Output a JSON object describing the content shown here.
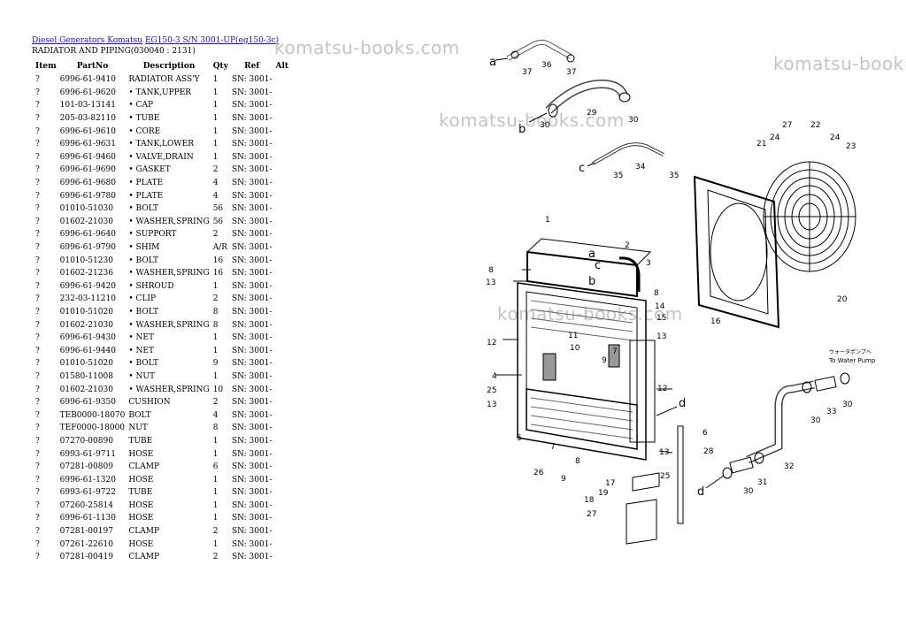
{
  "breadcrumb": {
    "link1": "Diesel Generators Komatsu",
    "link2": "EG150-3 S/N 3001-UP(eg150-3c)"
  },
  "section_title": "RADIATOR AND PIPING(030040 : 2131)",
  "table": {
    "headers": [
      "Item",
      "PartNo",
      "Description",
      "Qty",
      "Ref",
      "Alt"
    ],
    "rows": [
      [
        "?",
        "6996-61-9410",
        "RADIATOR ASS'Y",
        "1",
        "SN: 3001-"
      ],
      [
        "?",
        "6996-61-9620",
        "• TANK,UPPER",
        "1",
        "SN: 3001-"
      ],
      [
        "?",
        "101-03-13141",
        "• CAP",
        "1",
        "SN: 3001-"
      ],
      [
        "?",
        "205-03-82110",
        "• TUBE",
        "1",
        "SN: 3001-"
      ],
      [
        "?",
        "6996-61-9610",
        "• CORE",
        "1",
        "SN: 3001-"
      ],
      [
        "?",
        "6996-61-9631",
        "• TANK,LOWER",
        "1",
        "SN: 3001-"
      ],
      [
        "?",
        "6996-61-9460",
        "• VALVE,DRAIN",
        "1",
        "SN: 3001-"
      ],
      [
        "?",
        "6996-61-9690",
        "• GASKET",
        "2",
        "SN: 3001-"
      ],
      [
        "?",
        "6996-61-9680",
        "• PLATE",
        "4",
        "SN: 3001-"
      ],
      [
        "?",
        "6996-61-9780",
        "• PLATE",
        "4",
        "SN: 3001-"
      ],
      [
        "?",
        "01010-51030",
        "• BOLT",
        "56",
        "SN: 3001-"
      ],
      [
        "?",
        "01602-21030",
        "• WASHER,SPRING",
        "56",
        "SN: 3001-"
      ],
      [
        "?",
        "6996-61-9640",
        "• SUPPORT",
        "2",
        "SN: 3001-"
      ],
      [
        "?",
        "6996-61-9790",
        "• SHIM",
        "A/R",
        "SN: 3001-"
      ],
      [
        "?",
        "01010-51230",
        "• BOLT",
        "16",
        "SN: 3001-"
      ],
      [
        "?",
        "01602-21236",
        "• WASHER,SPRING",
        "16",
        "SN: 3001-"
      ],
      [
        "?",
        "6996-61-9420",
        "• SHROUD",
        "1",
        "SN: 3001-"
      ],
      [
        "?",
        "232-03-11210",
        "• CLIP",
        "2",
        "SN: 3001-"
      ],
      [
        "?",
        "01010-51020",
        "• BOLT",
        "8",
        "SN: 3001-"
      ],
      [
        "?",
        "01602-21030",
        "• WASHER,SPRING",
        "8",
        "SN: 3001-"
      ],
      [
        "?",
        "6996-61-9430",
        "• NET",
        "1",
        "SN: 3001-"
      ],
      [
        "?",
        "6996-61-9440",
        "• NET",
        "1",
        "SN: 3001-"
      ],
      [
        "?",
        "01010-51020",
        "• BOLT",
        "9",
        "SN: 3001-"
      ],
      [
        "?",
        "01580-11008",
        "• NUT",
        "1",
        "SN: 3001-"
      ],
      [
        "?",
        "01602-21030",
        "• WASHER,SPRING",
        "10",
        "SN: 3001-"
      ],
      [
        "?",
        "6996-61-9350",
        "CUSHION",
        "2",
        "SN: 3001-"
      ],
      [
        "?",
        "TEB0000-18070",
        "BOLT",
        "4",
        "SN: 3001-"
      ],
      [
        "?",
        "TEF0000-18000",
        "NUT",
        "8",
        "SN: 3001-"
      ],
      [
        "?",
        "07270-00890",
        "TUBE",
        "1",
        "SN: 3001-"
      ],
      [
        "?",
        "6993-61-9711",
        "HOSE",
        "1",
        "SN: 3001-"
      ],
      [
        "?",
        "07281-00809",
        "CLAMP",
        "6",
        "SN: 3001-"
      ],
      [
        "?",
        "6996-61-1320",
        "HOSE",
        "1",
        "SN: 3001-"
      ],
      [
        "?",
        "6993-61-9722",
        "TUBE",
        "1",
        "SN: 3001-"
      ],
      [
        "?",
        "07260-25814",
        "HOSE",
        "1",
        "SN: 3001-"
      ],
      [
        "?",
        "6996-61-1130",
        "HOSE",
        "1",
        "SN: 3001-"
      ],
      [
        "?",
        "07281-00197",
        "CLAMP",
        "2",
        "SN: 3001-"
      ],
      [
        "?",
        "07261-22610",
        "HOSE",
        "1",
        "SN: 3001-"
      ],
      [
        "?",
        "07281-00419",
        "CLAMP",
        "2",
        "SN: 3001-"
      ]
    ]
  },
  "watermarks": [
    "komatsu-books.com",
    "komatsu-book",
    "komatsu-books.com",
    "komatsu-books.com"
  ],
  "diagram": {
    "callouts": [
      "1",
      "2",
      "3",
      "4",
      "5",
      "6",
      "7",
      "8",
      "9",
      "10",
      "11",
      "12",
      "13",
      "14",
      "15",
      "16",
      "17",
      "18",
      "19",
      "20",
      "21",
      "22",
      "23",
      "24",
      "25",
      "26",
      "27",
      "28",
      "29",
      "30",
      "31",
      "32",
      "33",
      "34",
      "35",
      "36",
      "37"
    ],
    "letters": [
      "a",
      "b",
      "c",
      "d"
    ],
    "water_pump_label_jp": "ウォータポンプへ",
    "water_pump_label": "To Water Pump"
  }
}
